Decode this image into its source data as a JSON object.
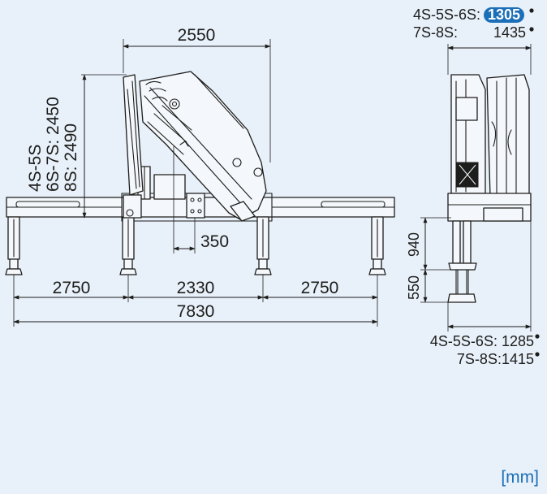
{
  "diagram": {
    "boom_reach": "2550",
    "height_labels": [
      "4S-5S",
      "6S-7S: 2450",
      "8S: 2490"
    ],
    "pin_offset": "350",
    "outrigger_left": "2750",
    "outrigger_center": "2330",
    "outrigger_right": "2750",
    "total_span": "7830",
    "top_width_label_1": "4S-5S-6S:",
    "top_width_value_1": "1305",
    "top_width_label_2": "7S-8S:",
    "top_width_value_2": "1435",
    "side_height_1": "940",
    "side_height_2": "550",
    "bottom_width_1": "4S-5S-6S: 1285",
    "bottom_width_2": "7S-8S:1415",
    "unit": "[mm]",
    "colors": {
      "background": "#e8f0f9",
      "accent": "#1a6fb8",
      "line": "#1d1d1b"
    }
  }
}
